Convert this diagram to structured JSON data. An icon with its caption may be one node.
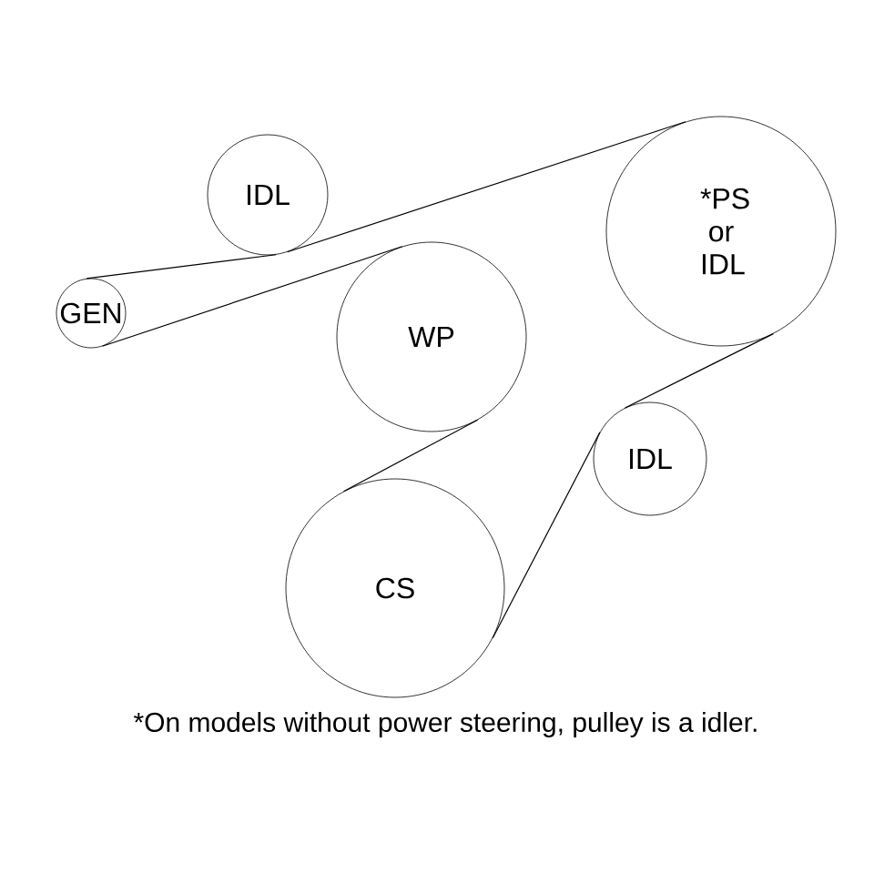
{
  "diagram": {
    "nodes": [
      {
        "text": [
          "IDL"
        ]
      },
      {
        "text": [
          "*PS or IDL"
        ]
      },
      {
        "text": [
          "GEN"
        ]
      },
      {
        "text": [
          "WP"
        ]
      },
      {
        "text": [
          "IDL"
        ]
      },
      {
        "text": [
          "CS"
        ]
      }
    ],
    "edges": [
      {
        "from": 2,
        "to": 0,
        "arrow": "none"
      },
      {
        "from": 0,
        "to": 1,
        "arrow": "none"
      },
      {
        "from": 1,
        "to": 4,
        "arrow": "none"
      },
      {
        "from": 4,
        "to": 5,
        "arrow": "none"
      },
      {
        "from": 5,
        "to": 3,
        "arrow": "none"
      },
      {
        "from": 3,
        "to": 2,
        "arrow": "none"
      }
    ],
    "labels": [
      "*On models without power steering, pulley is a idler."
    ]
  }
}
